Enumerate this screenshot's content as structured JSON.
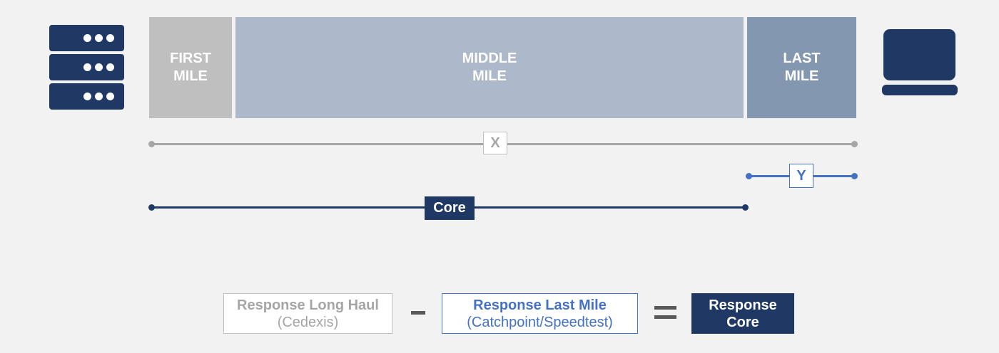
{
  "colors": {
    "background": "#f2f2f2",
    "navy": "#1f3864",
    "blue": "#4472c4",
    "gray": "#a6a6a6",
    "first_mile": "#bfbfbf",
    "middle_mile": "#adb9ca",
    "last_mile": "#8497b0"
  },
  "icons": {
    "server": "server-stack-icon",
    "client": "laptop-icon"
  },
  "segments": {
    "first": "FIRST\nMILE",
    "middle": "MIDDLE\nMILE",
    "last": "LAST\nMILE"
  },
  "measures": {
    "x_label": "X",
    "y_label": "Y",
    "core_label": "Core"
  },
  "equation": {
    "long_haul": {
      "title": "Response Long Haul",
      "subtitle": "(Cedexis)"
    },
    "last_mile": {
      "title": "Response Last Mile",
      "subtitle": "(Catchpoint/Speedtest)"
    },
    "core": {
      "line1": "Response",
      "line2": "Core"
    }
  }
}
